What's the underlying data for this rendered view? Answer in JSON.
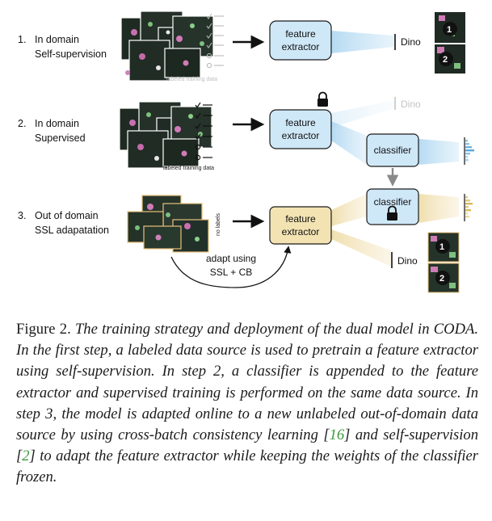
{
  "steps": [
    {
      "num": "1.",
      "line1": "In domain",
      "line2": "Self-supervision"
    },
    {
      "num": "2.",
      "line1": "In domain",
      "line2": "Supervised"
    },
    {
      "num": "3.",
      "line1": "Out of domain",
      "line2": "SSL adapatation"
    }
  ],
  "blocks": {
    "feature_line1": "feature",
    "feature_line2": "extractor",
    "classifier": "classifier",
    "dino": "Dino"
  },
  "notes": {
    "labeled_training_data": "labeled training data",
    "no_labels": "no labels",
    "adapt_line1": "adapt using",
    "adapt_line2": "SSL + CB"
  },
  "crops": {
    "one": "1",
    "two": "2"
  },
  "caption": {
    "lead": "Figure 2.",
    "part1": "The training strategy and deployment of the dual model in CODA. In the first step, a labeled data source is used to pretrain a feature extractor using self-supervision. In step 2, a classifier is appended to the feature extractor and supervised training is performed on the same data source. In step 3, the model is adapted online to a new unlabeled out-of-domain data source by using cross-batch consistency learning [",
    "cite1": "16",
    "part2": "] and self-supervision [",
    "cite2": "2",
    "part3": "] to adapt the feature extractor while keeping the weights of the classifier frozen."
  },
  "colors": {
    "feature_blue": "#cfe8f8",
    "feature_yellow": "#f3e3b3",
    "box_stroke": "#1a1a1a",
    "cite_green": "#3a9a3a"
  }
}
